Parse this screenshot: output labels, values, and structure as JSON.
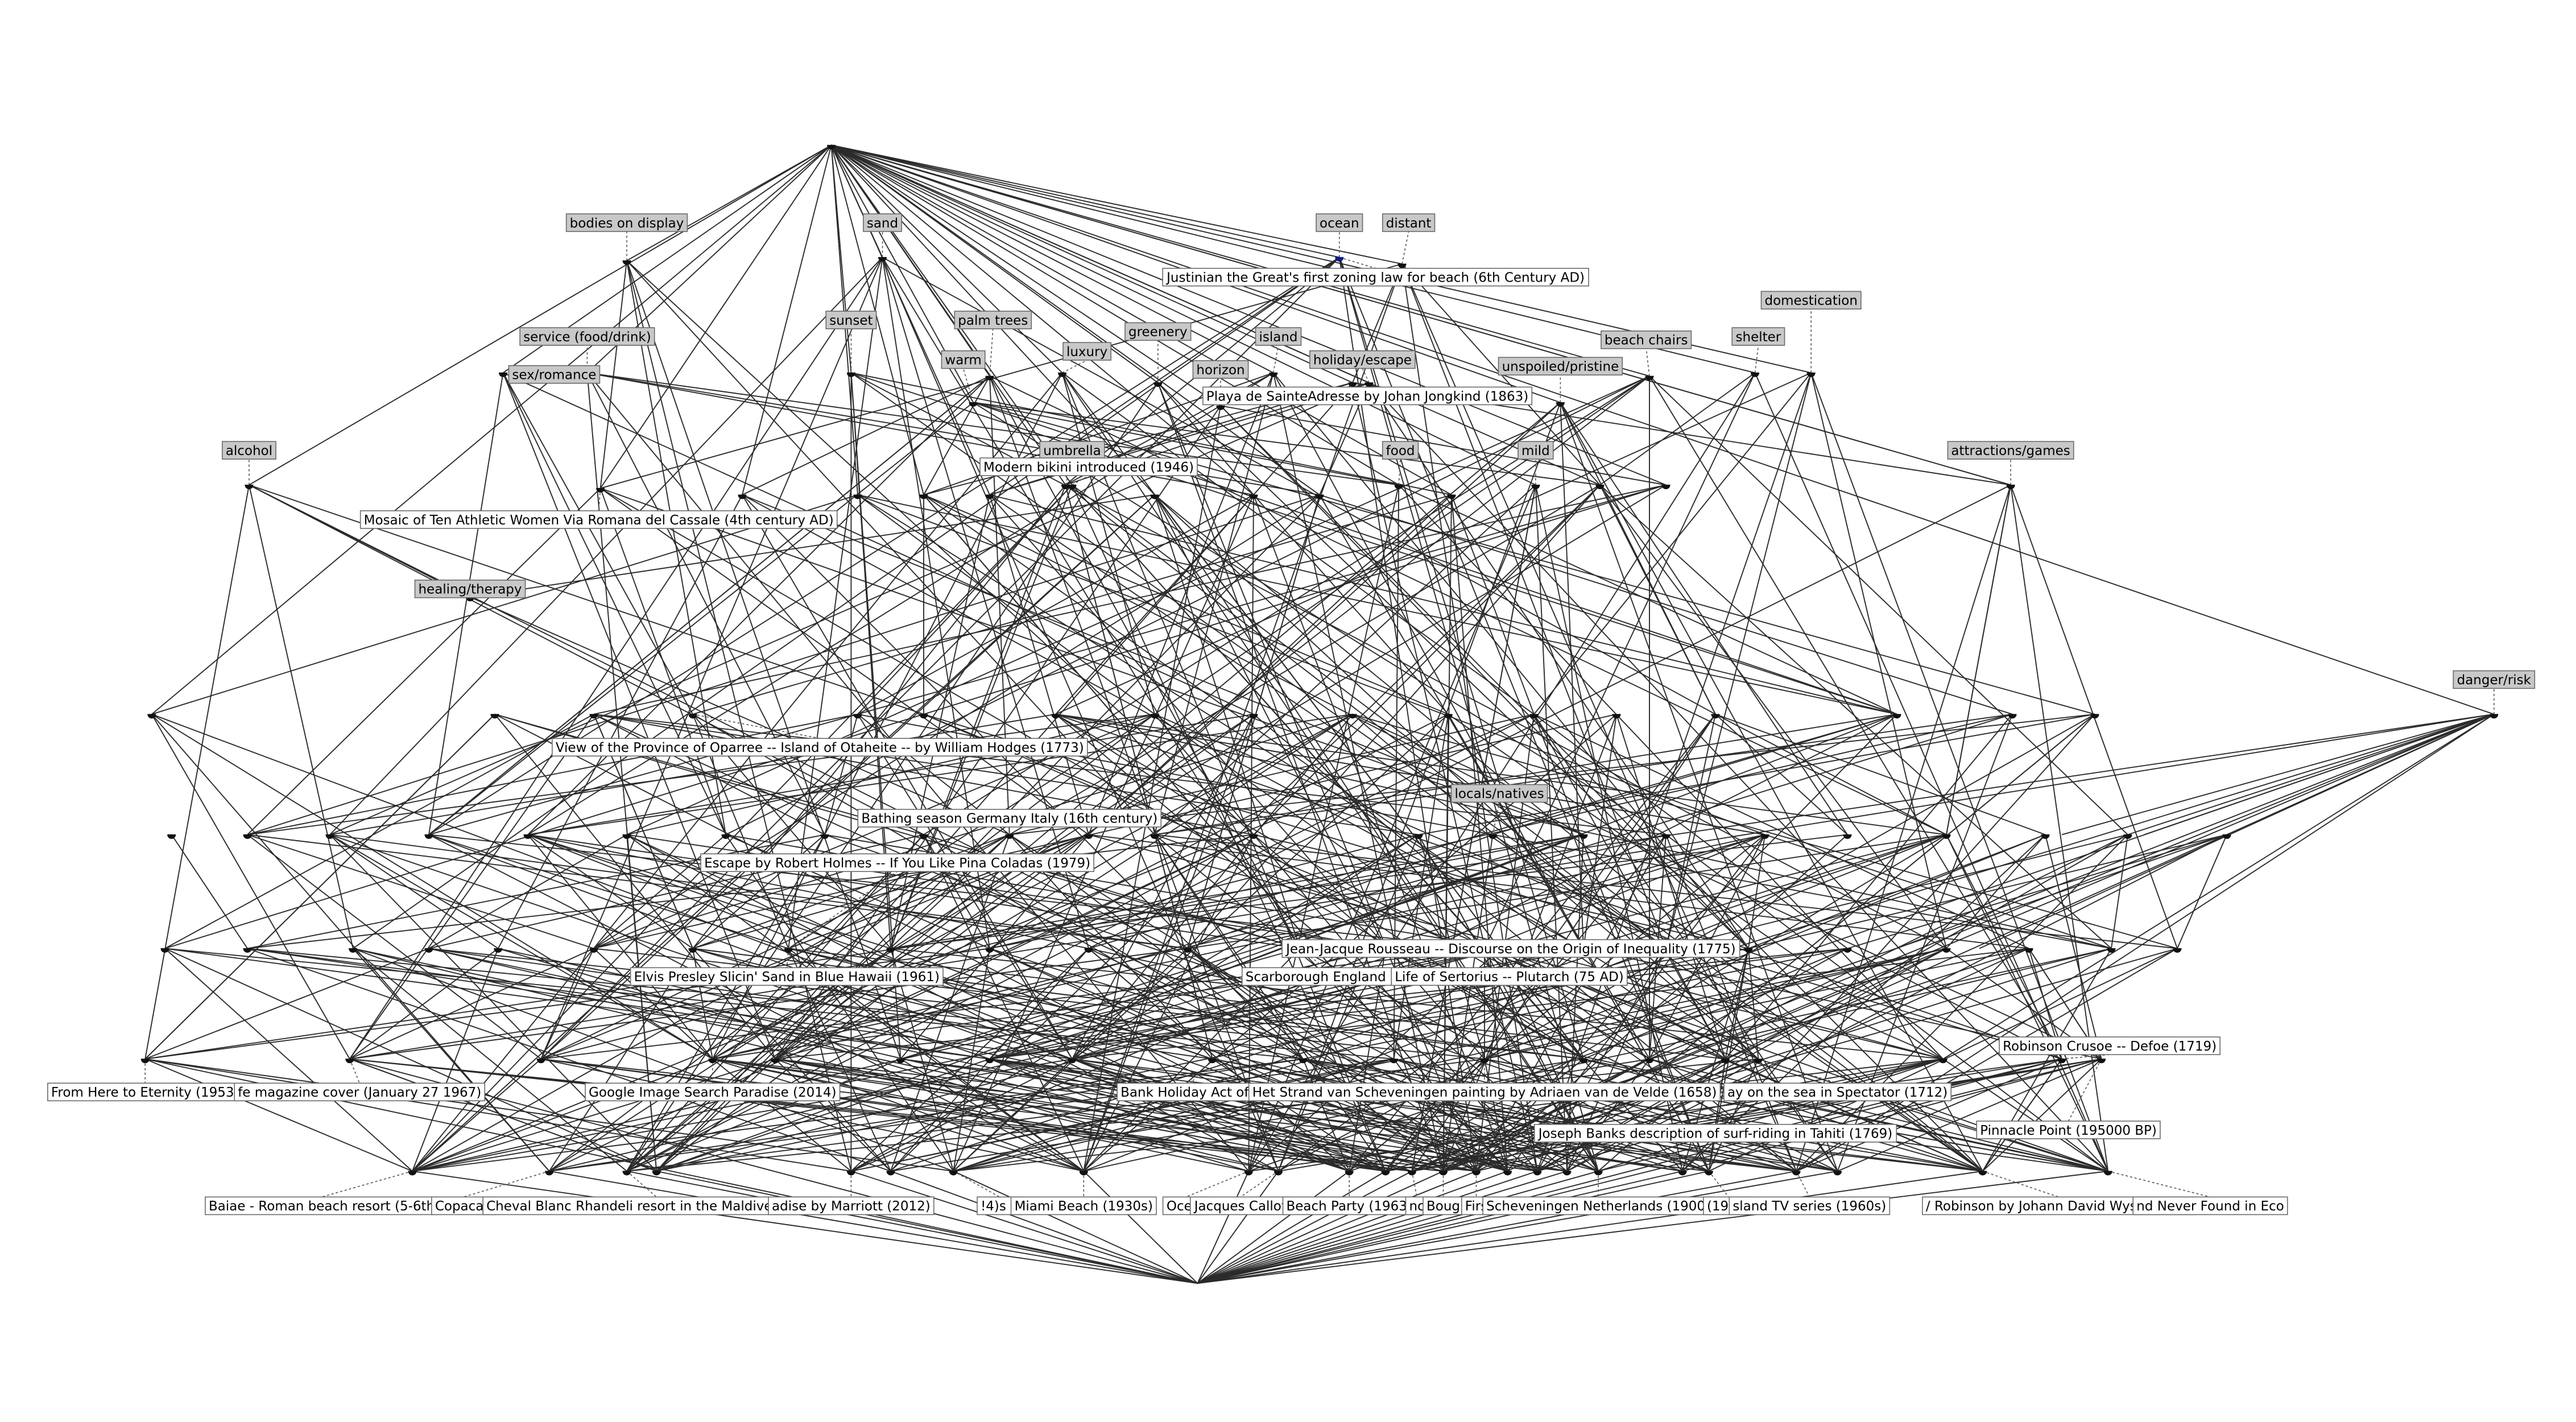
{
  "attributes": [
    "bodies on display",
    "sand",
    "ocean",
    "distant",
    "sunset",
    "palm trees",
    "service (food/drink)",
    "greenery",
    "warm",
    "luxury",
    "island",
    "sex/romance",
    "horizon",
    "holiday/escape",
    "unspoiled/pristine",
    "beach chairs",
    "shelter",
    "domestication",
    "alcohol",
    "umbrella",
    "food",
    "mild",
    "attractions/games",
    "healing/therapy",
    "locals/natives",
    "danger/risk"
  ],
  "objects": [
    "Justinian the Great's first zoning law for beach (6th Century AD)",
    "Playa de SainteAdresse by Johan Jongkind (1863)",
    "Modern bikini introduced (1946)",
    "Mosaic of Ten Athletic Women Via Romana del Cassale (4th century AD)",
    "View of the Province of Oparree -- Island of Otaheite -- by William Hodges (1773)",
    "Bathing season Germany Italy (16th century)",
    "Escape by Robert Holmes -- If You Like Pina Coladas (1979)",
    "Jean-Jacque Rousseau -- Discourse on the Origin of Inequality (1775)",
    "Elvis Presley Slicin' Sand in Blue Hawaii (1961)",
    "Scarborough England (1",
    "Life of Sertorius -- Plutarch (75 AD)",
    "Robinson Crusoe -- Defoe (1719)",
    "From Here to Eternity (1953)",
    "fe magazine cover (January 27 1967)",
    "Google Image Search Paradise (2014)",
    "Bank Holiday Act of 1",
    "Het Strand van Scheveningen painting by Adriaen van de Velde (1658)",
    "ay on the sea in Spectator (1712)",
    "Pinnacle Point (195000 BP)",
    "Joseph Banks description of surf-riding in Tahiti (1769)",
    "Baiae - Roman beach resort (5-6th",
    "Copacab",
    "Cheval Blanc Rhandeli resort in the Maldives (2013)",
    "adise by Marriott (2012)",
    "!4)s E",
    "Miami Beach (1930s)",
    "Ocear",
    "Jacques Callot",
    "Beach Party (1963)",
    "nc",
    "Boug",
    "Firs",
    "Scheveningen Netherlands (1900)",
    "(1966)",
    "sland TV series (1960s)",
    "/ Robinson by Johann David Wyss (1812)",
    "nd Never Found in Eco"
  ],
  "colors": {
    "background": "#ffffff",
    "edge": "#2b2b2b",
    "node": "#111111",
    "top_node": "#0b1a8f",
    "attribute_label_fill": "#c8c8c8",
    "object_label_fill": "#ffffff",
    "label_border": "#6a6a6a"
  }
}
